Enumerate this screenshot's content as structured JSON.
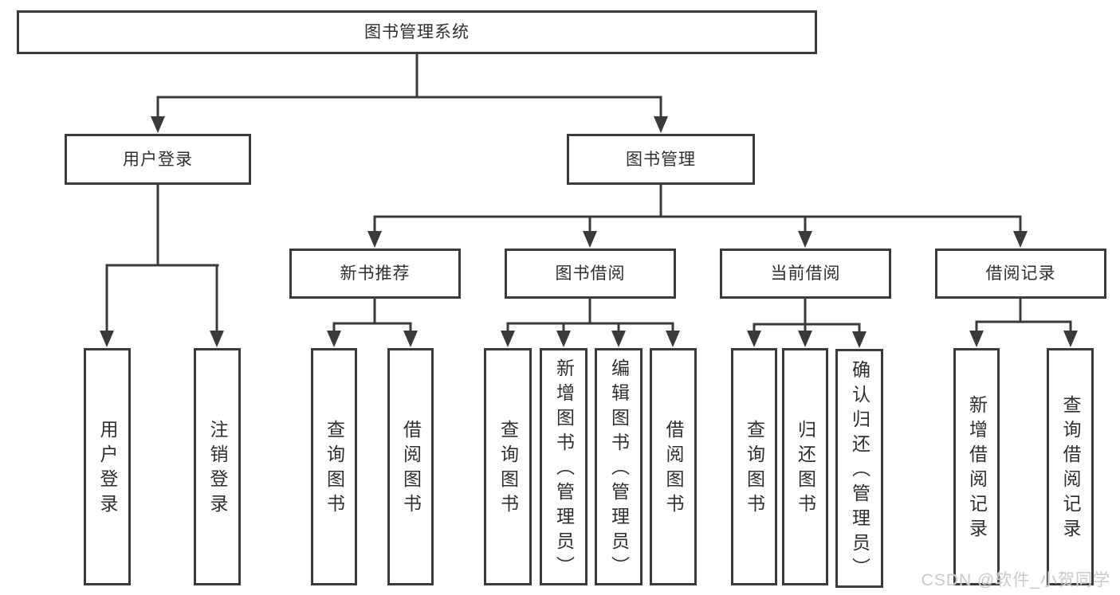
{
  "diagram": {
    "tree": {
      "label": "图书管理系统",
      "children": [
        {
          "label": "用户登录",
          "children": [
            {
              "label": "用户登录"
            },
            {
              "label": "注销登录"
            }
          ]
        },
        {
          "label": "图书管理",
          "children": [
            {
              "label": "新书推荐",
              "children": [
                {
                  "label": "查询图书"
                },
                {
                  "label": "借阅图书"
                }
              ]
            },
            {
              "label": "图书借阅",
              "children": [
                {
                  "label": "查询图书"
                },
                {
                  "label": "新增图书（管理员）"
                },
                {
                  "label": "编辑图书（管理员）"
                },
                {
                  "label": "借阅图书"
                }
              ]
            },
            {
              "label": "当前借阅",
              "children": [
                {
                  "label": "查询图书"
                },
                {
                  "label": "归还图书"
                },
                {
                  "label": "确认归还（管理员）"
                }
              ]
            },
            {
              "label": "借阅记录",
              "children": [
                {
                  "label": "新增借阅记录"
                },
                {
                  "label": "查询借阅记录"
                }
              ]
            }
          ]
        }
      ]
    }
  },
  "watermark": {
    "text": "CSDN @软件_小贺同学"
  },
  "colors": {
    "line": "#3a3a3a",
    "text": "#2f2f2f",
    "background": "#ffffff",
    "watermark": "#c9c9c9"
  }
}
